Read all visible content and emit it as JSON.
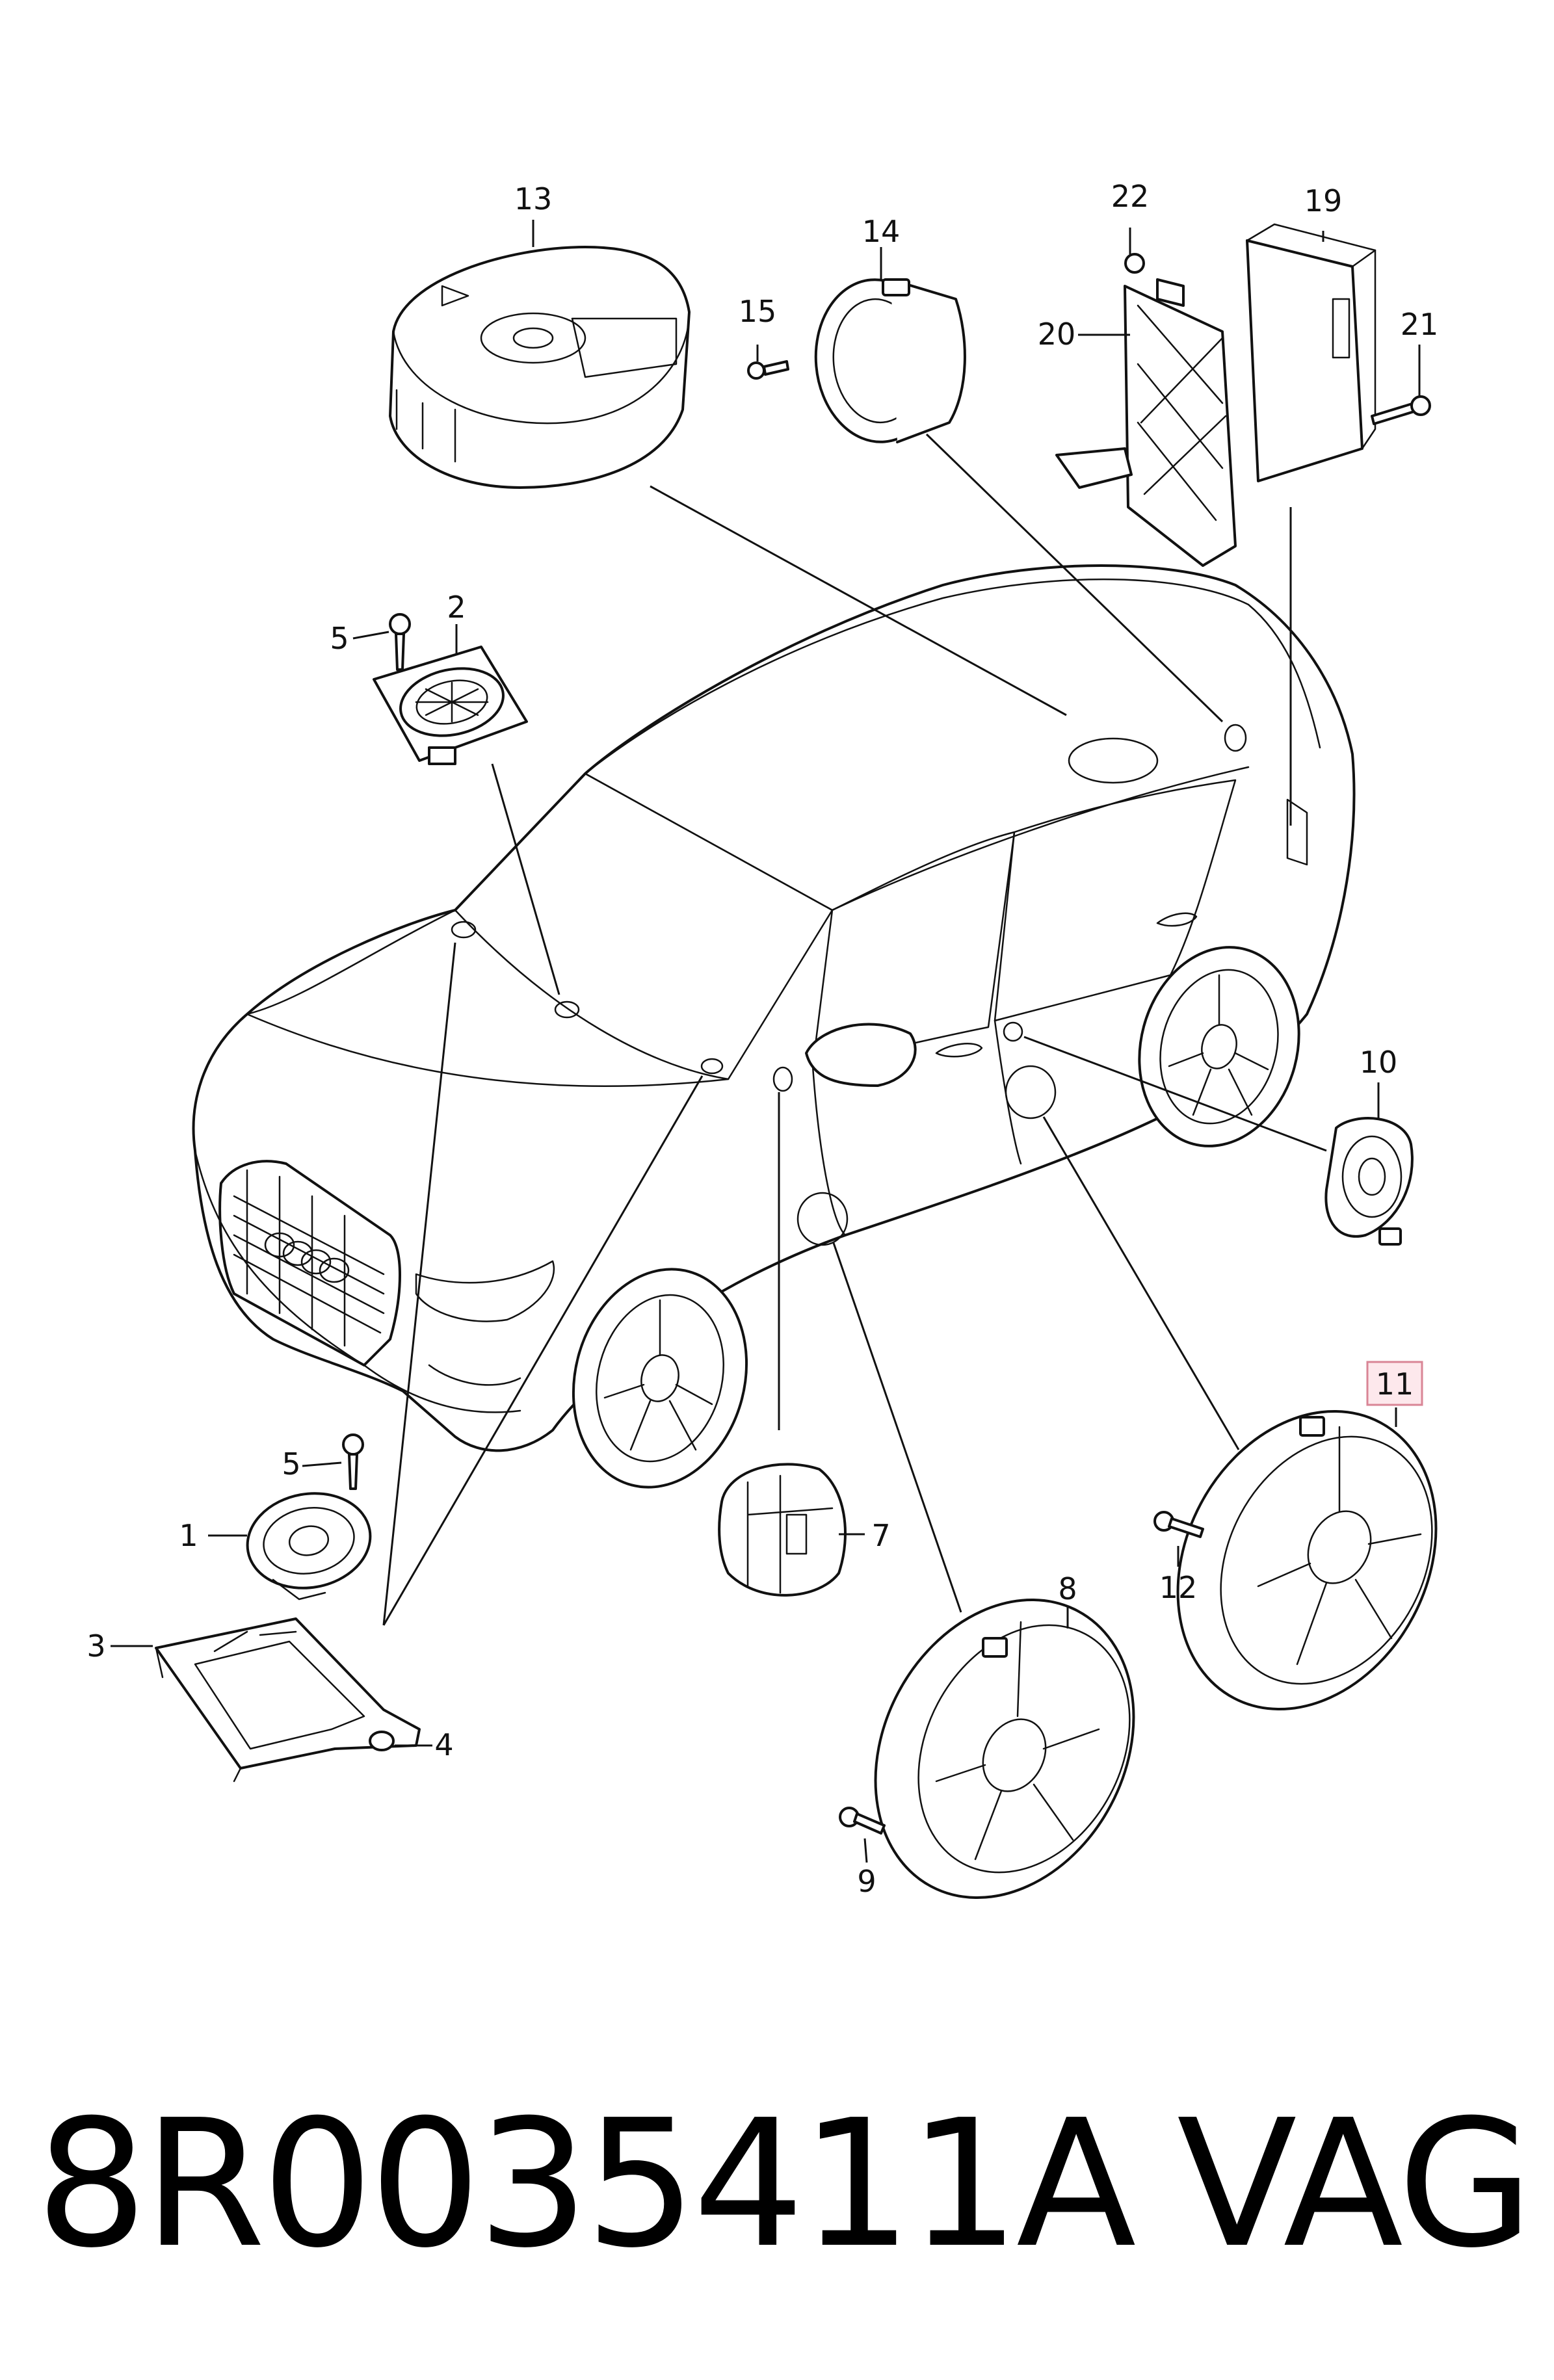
{
  "callouts": [
    {
      "id": "1",
      "label": "1"
    },
    {
      "id": "2",
      "label": "2"
    },
    {
      "id": "3",
      "label": "3"
    },
    {
      "id": "4",
      "label": "4"
    },
    {
      "id": "5a",
      "label": "5"
    },
    {
      "id": "5b",
      "label": "5"
    },
    {
      "id": "7",
      "label": "7"
    },
    {
      "id": "8",
      "label": "8"
    },
    {
      "id": "9",
      "label": "9"
    },
    {
      "id": "10",
      "label": "10"
    },
    {
      "id": "11",
      "label": "11",
      "highlighted": true
    },
    {
      "id": "12",
      "label": "12"
    },
    {
      "id": "13",
      "label": "13"
    },
    {
      "id": "14",
      "label": "14"
    },
    {
      "id": "15",
      "label": "15"
    },
    {
      "id": "19",
      "label": "19"
    },
    {
      "id": "20",
      "label": "20"
    },
    {
      "id": "21",
      "label": "21"
    },
    {
      "id": "22",
      "label": "22"
    }
  ],
  "footer": {
    "part_number": "8R0035411A",
    "brand": "VAG"
  },
  "colors": {
    "ink": "#111111",
    "highlight_fill": "#fde8ec",
    "highlight_border": "#d98596",
    "background": "#ffffff"
  }
}
